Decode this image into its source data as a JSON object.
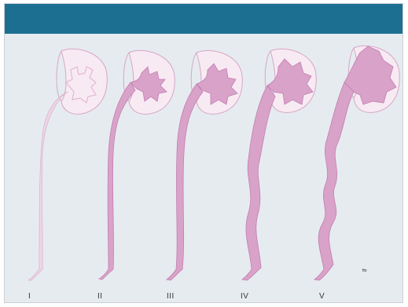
{
  "header": {
    "title": ""
  },
  "grades": [
    {
      "label": "I"
    },
    {
      "label": "II"
    },
    {
      "label": "III"
    },
    {
      "label": "IV"
    },
    {
      "label": "V"
    }
  ],
  "signature": "ftn",
  "colors": {
    "header": "#1d6f92",
    "background": "#e6ebef",
    "kidney_fill": "#f8eaf3",
    "urine": "#d9a2c9",
    "urine_stroke": "#c27fb1"
  }
}
